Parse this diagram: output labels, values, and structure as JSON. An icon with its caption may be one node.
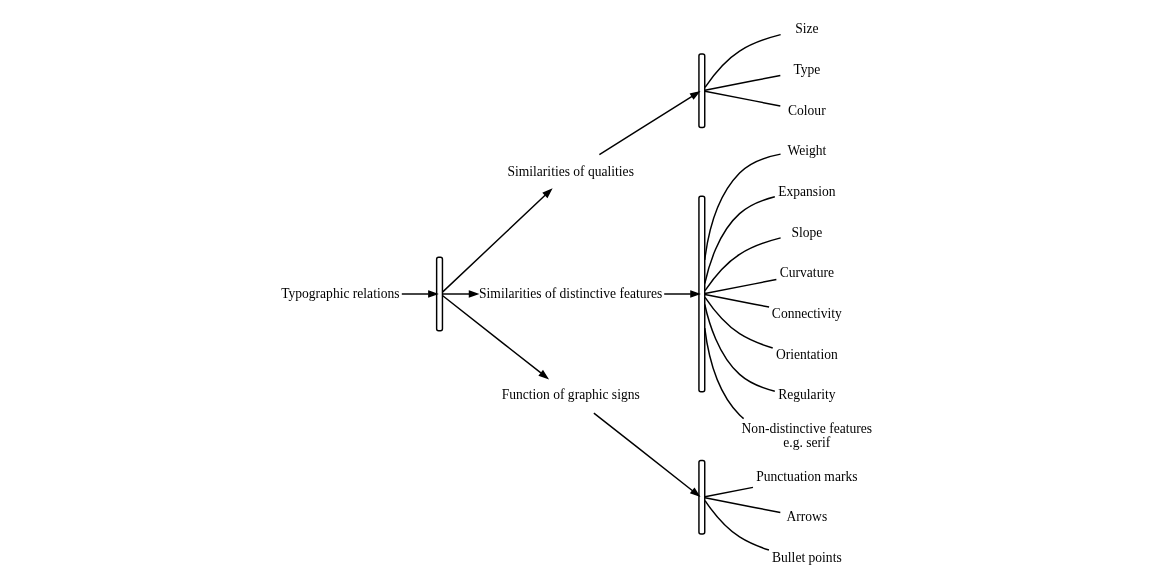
{
  "diagram": {
    "nodes": [
      {
        "text": [
          "Typographic relations"
        ]
      },
      {
        "text": [],
        "shape": "brace"
      },
      {
        "text": [
          "Similarities of qualities"
        ]
      },
      {
        "text": [
          "Similarities of distinctive features"
        ]
      },
      {
        "text": [
          "Function of graphic signs"
        ]
      },
      {
        "text": [],
        "shape": "brace"
      },
      {
        "text": [
          "Size"
        ]
      },
      {
        "text": [
          "Type"
        ]
      },
      {
        "text": [
          "Colour"
        ]
      },
      {
        "text": [],
        "shape": "brace"
      },
      {
        "text": [
          "Weight"
        ]
      },
      {
        "text": [
          "Expansion"
        ]
      },
      {
        "text": [
          "Slope"
        ]
      },
      {
        "text": [
          "Curvature"
        ]
      },
      {
        "text": [
          "Connectivity"
        ]
      },
      {
        "text": [
          "Orientation"
        ]
      },
      {
        "text": [
          "Regularity"
        ]
      },
      {
        "text": [
          "Non-distinctive features",
          "e.g. serif"
        ]
      },
      {
        "text": [],
        "shape": "brace"
      },
      {
        "text": [
          "Punctuation marks"
        ]
      },
      {
        "text": [
          "Arrows"
        ]
      },
      {
        "text": [
          "Bullet points"
        ]
      }
    ],
    "edges": [
      {
        "from": 0,
        "to": 1,
        "arrow": "to"
      },
      {
        "from": 1,
        "to": 2,
        "arrow": "to"
      },
      {
        "from": 1,
        "to": 3,
        "arrow": "to"
      },
      {
        "from": 1,
        "to": 4,
        "arrow": "to"
      },
      {
        "from": 2,
        "to": 5,
        "arrow": "to"
      },
      {
        "from": 3,
        "to": 9,
        "arrow": "to"
      },
      {
        "from": 4,
        "to": 18,
        "arrow": "to"
      },
      {
        "from": 5,
        "to": 6,
        "arrow": "none"
      },
      {
        "from": 5,
        "to": 7,
        "arrow": "none"
      },
      {
        "from": 5,
        "to": 8,
        "arrow": "none"
      },
      {
        "from": 9,
        "to": 10,
        "arrow": "none"
      },
      {
        "from": 9,
        "to": 11,
        "arrow": "none"
      },
      {
        "from": 9,
        "to": 12,
        "arrow": "none"
      },
      {
        "from": 9,
        "to": 13,
        "arrow": "none"
      },
      {
        "from": 9,
        "to": 14,
        "arrow": "none"
      },
      {
        "from": 9,
        "to": 15,
        "arrow": "none"
      },
      {
        "from": 9,
        "to": 16,
        "arrow": "none"
      },
      {
        "from": 9,
        "to": 17,
        "arrow": "none"
      },
      {
        "from": 18,
        "to": 19,
        "arrow": "none"
      },
      {
        "from": 18,
        "to": 20,
        "arrow": "none"
      },
      {
        "from": 18,
        "to": 21,
        "arrow": "none"
      }
    ]
  }
}
